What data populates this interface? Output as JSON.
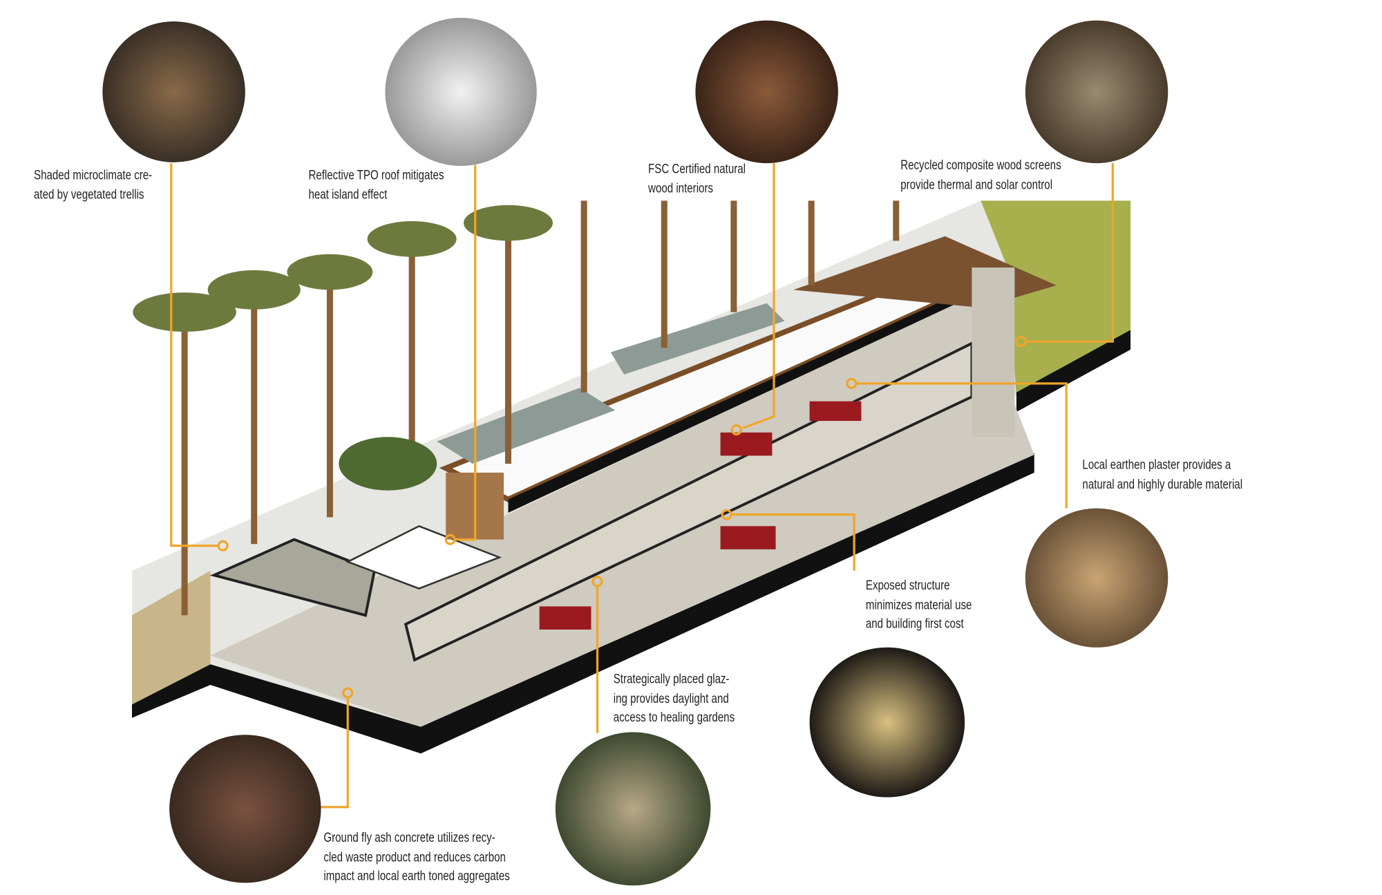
{
  "accent_color": "#f0a52a",
  "callouts": [
    {
      "id": "trellis",
      "lines": [
        "Shaded microclimate cre-",
        "ated by vegetated trellis"
      ],
      "photo": "vegetated-trellis-photo"
    },
    {
      "id": "roof",
      "lines": [
        "Reflective TPO roof mitigates",
        "heat island effect"
      ],
      "photo": "white-roof-photo"
    },
    {
      "id": "wood",
      "lines": [
        "FSC Certified natural",
        "wood interiors"
      ],
      "photo": "wood-interior-photo"
    },
    {
      "id": "screens",
      "lines": [
        "Recycled composite wood screens",
        "provide thermal and solar control"
      ],
      "photo": "wood-screens-photo"
    },
    {
      "id": "plaster",
      "lines": [
        "Local earthen plaster provides a",
        "natural and highly durable material"
      ],
      "photo": "earthen-plaster-photo"
    },
    {
      "id": "structure",
      "lines": [
        "Exposed structure",
        "minimizes material use",
        "and building first cost"
      ],
      "photo": "exposed-structure-photo"
    },
    {
      "id": "glazing",
      "lines": [
        "Strategically placed glaz-",
        "ing provides daylight and",
        "access to healing gardens"
      ],
      "photo": "glazing-garden-photo"
    },
    {
      "id": "concrete",
      "lines": [
        "Ground fly ash concrete utilizes recy-",
        "cled waste product and reduces carbon",
        "impact and local earth toned aggregates"
      ],
      "photo": "fly-ash-concrete-photo"
    }
  ]
}
